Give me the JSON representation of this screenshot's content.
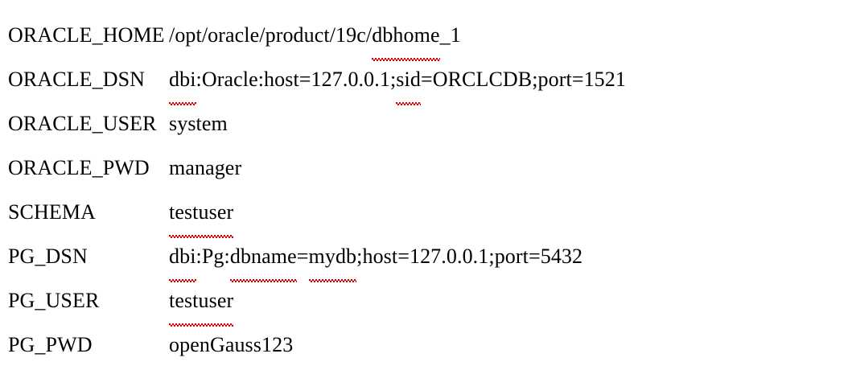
{
  "document": {
    "type": "environment-variable-list",
    "background_color": "#ffffff",
    "text_color": "#000000",
    "spellcheck_underline_color": "#d00000"
  },
  "rows": [
    {
      "key": "ORACLE_HOME",
      "value": "/opt/oracle/product/19c/dbhome_1",
      "segments": [
        {
          "text": "/opt/oracle/product/19c/",
          "misspelled": false
        },
        {
          "text": "dbhome",
          "misspelled": true
        },
        {
          "text": "_1",
          "misspelled": false
        }
      ]
    },
    {
      "key": "ORACLE_DSN",
      "value": "dbi:Oracle:host=127.0.0.1;sid=ORCLCDB;port=1521",
      "segments": [
        {
          "text": "dbi",
          "misspelled": true
        },
        {
          "text": ":Oracle:host=127.0.0.1;",
          "misspelled": false
        },
        {
          "text": "sid",
          "misspelled": true
        },
        {
          "text": "=ORCLCDB;port=1521",
          "misspelled": false
        }
      ]
    },
    {
      "key": "ORACLE_USER",
      "value": "system",
      "segments": [
        {
          "text": "system",
          "misspelled": false
        }
      ]
    },
    {
      "key": "ORACLE_PWD",
      "value": "manager",
      "segments": [
        {
          "text": "manager",
          "misspelled": false
        }
      ]
    },
    {
      "key": "SCHEMA",
      "value": "testuser",
      "segments": [
        {
          "text": "testuser",
          "misspelled": true
        }
      ]
    },
    {
      "key": "PG_DSN",
      "value": "dbi:Pg:dbname=mydb;host=127.0.0.1;port=5432",
      "segments": [
        {
          "text": "dbi",
          "misspelled": true
        },
        {
          "text": ":Pg:",
          "misspelled": false
        },
        {
          "text": "dbname",
          "misspelled": true
        },
        {
          "text": "=",
          "misspelled": false
        },
        {
          "text": "mydb",
          "misspelled": true
        },
        {
          "text": ";host=127.0.0.1;port=5432",
          "misspelled": false
        }
      ]
    },
    {
      "key": "PG_USER",
      "value": "testuser",
      "segments": [
        {
          "text": "testuser",
          "misspelled": true
        }
      ]
    },
    {
      "key": "PG_PWD",
      "value": "openGauss123",
      "segments": [
        {
          "text": "openGauss123",
          "misspelled": false
        }
      ]
    }
  ]
}
